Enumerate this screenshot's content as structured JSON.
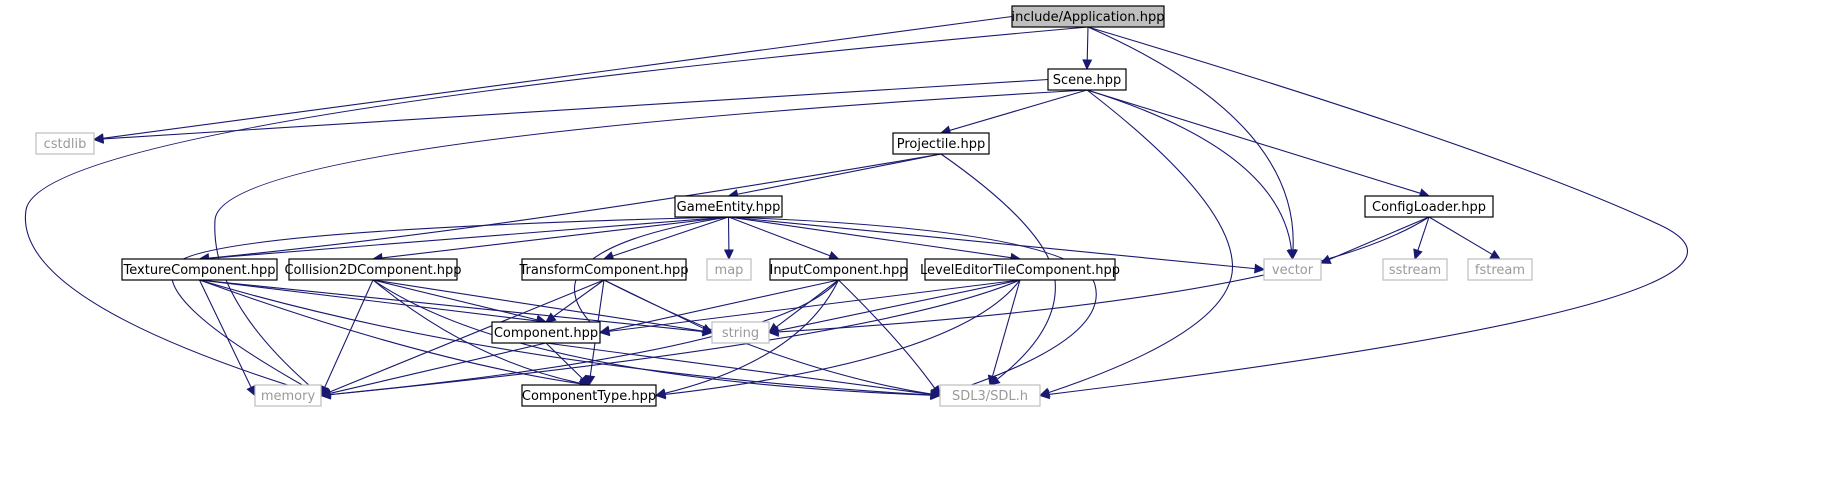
{
  "graph": {
    "nodes": [
      {
        "id": "app",
        "label": "include/Application.hpp",
        "kind": "root"
      },
      {
        "id": "scene",
        "label": "Scene.hpp",
        "kind": "local"
      },
      {
        "id": "cstdlib",
        "label": "cstdlib",
        "kind": "external"
      },
      {
        "id": "projectile",
        "label": "Projectile.hpp",
        "kind": "local"
      },
      {
        "id": "configloader",
        "label": "ConfigLoader.hpp",
        "kind": "local"
      },
      {
        "id": "gameentity",
        "label": "GameEntity.hpp",
        "kind": "local"
      },
      {
        "id": "vector",
        "label": "vector",
        "kind": "external"
      },
      {
        "id": "sstream",
        "label": "sstream",
        "kind": "external"
      },
      {
        "id": "fstream",
        "label": "fstream",
        "kind": "external"
      },
      {
        "id": "texture",
        "label": "TextureComponent.hpp",
        "kind": "local"
      },
      {
        "id": "collision",
        "label": "Collision2DComponent.hpp",
        "kind": "local"
      },
      {
        "id": "transform",
        "label": "TransformComponent.hpp",
        "kind": "local"
      },
      {
        "id": "map",
        "label": "map",
        "kind": "external"
      },
      {
        "id": "input",
        "label": "InputComponent.hpp",
        "kind": "local"
      },
      {
        "id": "leveleditor",
        "label": "LevelEditorTileComponent.hpp",
        "kind": "local"
      },
      {
        "id": "component",
        "label": "Component.hpp",
        "kind": "local"
      },
      {
        "id": "string",
        "label": "string",
        "kind": "external"
      },
      {
        "id": "memory",
        "label": "memory",
        "kind": "external"
      },
      {
        "id": "componenttype",
        "label": "ComponentType.hpp",
        "kind": "local"
      },
      {
        "id": "sdl",
        "label": "SDL3/SDL.h",
        "kind": "external"
      }
    ],
    "edges": [
      {
        "from": "app",
        "to": "scene"
      },
      {
        "from": "app",
        "to": "cstdlib"
      },
      {
        "from": "app",
        "to": "memory"
      },
      {
        "from": "app",
        "to": "vector"
      },
      {
        "from": "app",
        "to": "sdl"
      },
      {
        "from": "scene",
        "to": "cstdlib"
      },
      {
        "from": "scene",
        "to": "memory"
      },
      {
        "from": "scene",
        "to": "projectile"
      },
      {
        "from": "scene",
        "to": "configloader"
      },
      {
        "from": "scene",
        "to": "vector"
      },
      {
        "from": "scene",
        "to": "sdl"
      },
      {
        "from": "projectile",
        "to": "gameentity"
      },
      {
        "from": "projectile",
        "to": "texture"
      },
      {
        "from": "projectile",
        "to": "sdl"
      },
      {
        "from": "configloader",
        "to": "vector"
      },
      {
        "from": "configloader",
        "to": "sstream"
      },
      {
        "from": "configloader",
        "to": "fstream"
      },
      {
        "from": "configloader",
        "to": "string"
      },
      {
        "from": "gameentity",
        "to": "texture"
      },
      {
        "from": "gameentity",
        "to": "collision"
      },
      {
        "from": "gameentity",
        "to": "transform"
      },
      {
        "from": "gameentity",
        "to": "map"
      },
      {
        "from": "gameentity",
        "to": "input"
      },
      {
        "from": "gameentity",
        "to": "leveleditor"
      },
      {
        "from": "gameentity",
        "to": "vector"
      },
      {
        "from": "gameentity",
        "to": "component"
      },
      {
        "from": "gameentity",
        "to": "memory"
      },
      {
        "from": "gameentity",
        "to": "sdl"
      },
      {
        "from": "texture",
        "to": "component"
      },
      {
        "from": "texture",
        "to": "memory"
      },
      {
        "from": "texture",
        "to": "string"
      },
      {
        "from": "texture",
        "to": "componenttype"
      },
      {
        "from": "texture",
        "to": "sdl"
      },
      {
        "from": "collision",
        "to": "component"
      },
      {
        "from": "collision",
        "to": "memory"
      },
      {
        "from": "collision",
        "to": "string"
      },
      {
        "from": "collision",
        "to": "componenttype"
      },
      {
        "from": "collision",
        "to": "sdl"
      },
      {
        "from": "transform",
        "to": "component"
      },
      {
        "from": "transform",
        "to": "string"
      },
      {
        "from": "transform",
        "to": "memory"
      },
      {
        "from": "transform",
        "to": "componenttype"
      },
      {
        "from": "transform",
        "to": "sdl"
      },
      {
        "from": "input",
        "to": "component"
      },
      {
        "from": "input",
        "to": "string"
      },
      {
        "from": "input",
        "to": "memory"
      },
      {
        "from": "input",
        "to": "componenttype"
      },
      {
        "from": "input",
        "to": "sdl"
      },
      {
        "from": "leveleditor",
        "to": "component"
      },
      {
        "from": "leveleditor",
        "to": "string"
      },
      {
        "from": "leveleditor",
        "to": "memory"
      },
      {
        "from": "leveleditor",
        "to": "componenttype"
      },
      {
        "from": "leveleditor",
        "to": "sdl"
      },
      {
        "from": "component",
        "to": "componenttype"
      },
      {
        "from": "component",
        "to": "memory"
      },
      {
        "from": "component",
        "to": "sdl"
      }
    ]
  },
  "colors": {
    "edge": "#191970",
    "root_fill": "#bfbfbf",
    "external_border": "#bfbfbf",
    "external_text": "#9a9a9a",
    "node_border": "#000000"
  }
}
